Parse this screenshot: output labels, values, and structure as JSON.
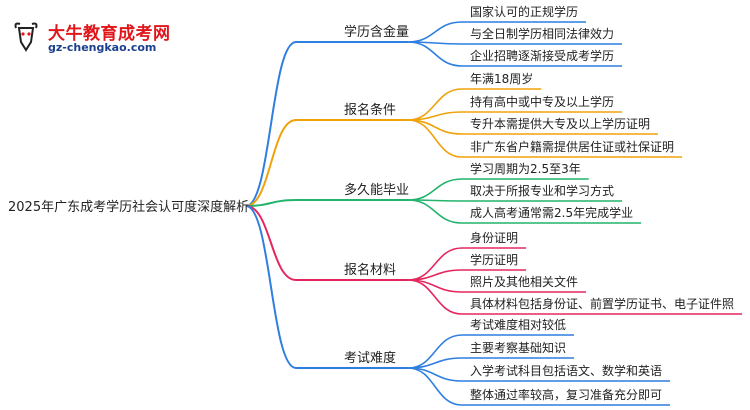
{
  "logo": {
    "brand_name": "大牛教育成考网",
    "domain": "gz-chengkao.com"
  },
  "root": {
    "label": "2025年广东成考学历社会认可度深度解析"
  },
  "branches": [
    {
      "label": "学历含金量",
      "color": "#2f7fe0",
      "leaves": [
        "国家认可的正规学历",
        "与全日制学历相同法律效力",
        "企业招聘逐渐接受成考学历"
      ]
    },
    {
      "label": "报名条件",
      "color": "#f0a20a",
      "leaves": [
        "年满18周岁",
        "持有高中或中专及以上学历",
        "专升本需提供大专及以上学历证明",
        "非广东省户籍需提供居住证或社保证明"
      ]
    },
    {
      "label": "多久能毕业",
      "color": "#22b46c",
      "leaves": [
        "学习周期为2.5至3年",
        "取决于所报专业和学习方式",
        "成人高考通常需2.5年完成学业"
      ]
    },
    {
      "label": "报名材料",
      "color": "#e5265e",
      "leaves": [
        "身份证明",
        "学历证明",
        "照片及其他相关文件",
        "具体材料包括身份证、前置学历证书、电子证件照"
      ]
    },
    {
      "label": "考试难度",
      "color": "#2f7fe0",
      "leaves": [
        "考试难度相对较低",
        "主要考察基础知识",
        "入学考试科目包括语文、数学和英语",
        "整体通过率较高，复习准备充分即可"
      ]
    }
  ]
}
